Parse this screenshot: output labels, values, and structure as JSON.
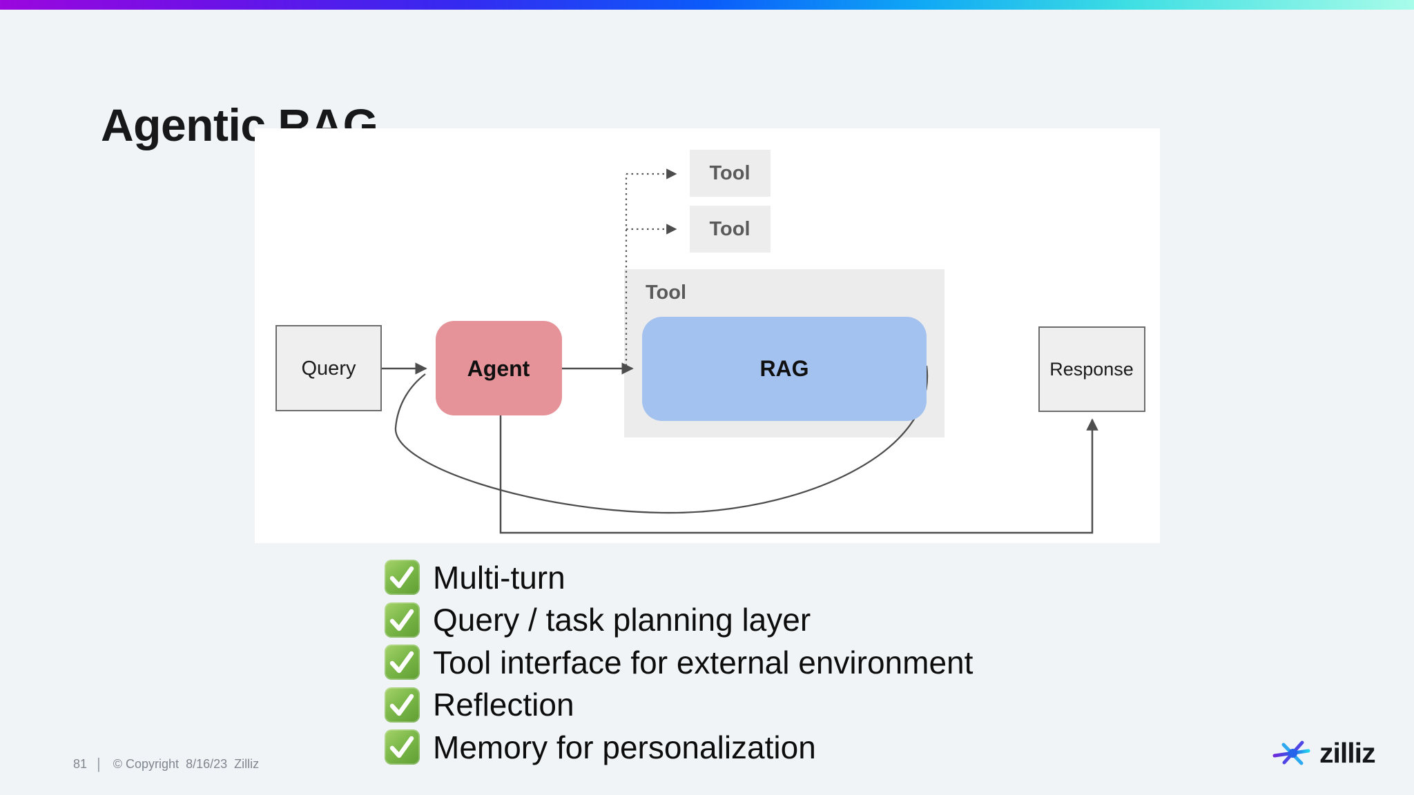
{
  "top_bar": {
    "gradient_colors": [
      "#9b07de",
      "#3629f0",
      "#0b5bfa",
      "#0fa8f5",
      "#a8fce9"
    ]
  },
  "header": {
    "title": "Agentic RAG"
  },
  "diagram": {
    "query_label": "Query",
    "agent_label": "Agent",
    "tool_top_label": "Tool",
    "tool_mid_label": "Tool",
    "tool_container_label": "Tool",
    "rag_label": "RAG",
    "response_label": "Response",
    "colors": {
      "agent_fill": "#e59398",
      "rag_fill": "#a4c2ef",
      "tool_fill": "#ededed",
      "tool_container_fill": "#ececec",
      "io_fill": "#efefef",
      "io_border": "#6b6b6b",
      "connector": "#4d4d4d"
    }
  },
  "checklist": {
    "check_color": "#6fae3f",
    "items": [
      "Multi-turn",
      "Query / task planning layer",
      "Tool interface for external environment",
      "Reflection",
      "Memory for personalization"
    ]
  },
  "footer": {
    "page_number": "81",
    "separator": "|",
    "copyright": "© Copyright",
    "date": "8/16/23",
    "company": "Zilliz"
  },
  "logo": {
    "wordmark": "zilliz",
    "mark_colors": [
      "#7e22ce",
      "#4f46e5",
      "#2563eb",
      "#22d3ee"
    ]
  }
}
